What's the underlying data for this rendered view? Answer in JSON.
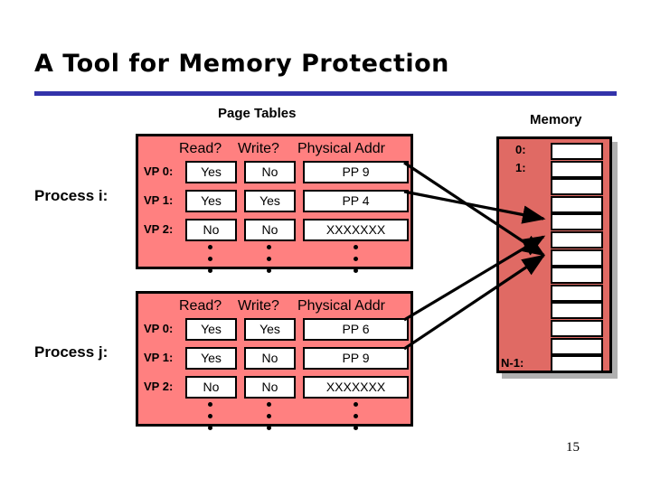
{
  "slide": {
    "title": "A Tool for Memory Protection",
    "page_number": "15",
    "accent_rule_color": "#3333aa",
    "table_fill_color": "#ff8080",
    "memory_fill_color": "#e06a64"
  },
  "captions": {
    "page_tables": "Page Tables",
    "memory": "Memory"
  },
  "process_labels": {
    "process_i": "Process i:",
    "process_j": "Process j:"
  },
  "page_tables": [
    {
      "id": "process-i",
      "owner": "Process i:",
      "headers": [
        "Read?",
        "Write?",
        "Physical Addr"
      ],
      "rows": [
        {
          "label": "VP 0:",
          "read": "Yes",
          "write": "No",
          "addr": "PP 9"
        },
        {
          "label": "VP 1:",
          "read": "Yes",
          "write": "Yes",
          "addr": "PP 4"
        },
        {
          "label": "VP 2:",
          "read": "No",
          "write": "No",
          "addr": "XXXXXXX"
        }
      ],
      "continuation": "⋮"
    },
    {
      "id": "process-j",
      "owner": "Process j:",
      "headers": [
        "Read?",
        "Write?",
        "Physical Addr"
      ],
      "rows": [
        {
          "label": "VP 0:",
          "read": "Yes",
          "write": "Yes",
          "addr": "PP 6"
        },
        {
          "label": "VP 1:",
          "read": "Yes",
          "write": "No",
          "addr": "PP 9"
        },
        {
          "label": "VP 2:",
          "read": "No",
          "write": "No",
          "addr": "XXXXXXX"
        }
      ],
      "continuation": "⋮"
    }
  ],
  "memory": {
    "caption": "Memory",
    "slot_count": 13,
    "labels": {
      "first": "0:",
      "second": "1:",
      "last": "N-1:"
    }
  }
}
